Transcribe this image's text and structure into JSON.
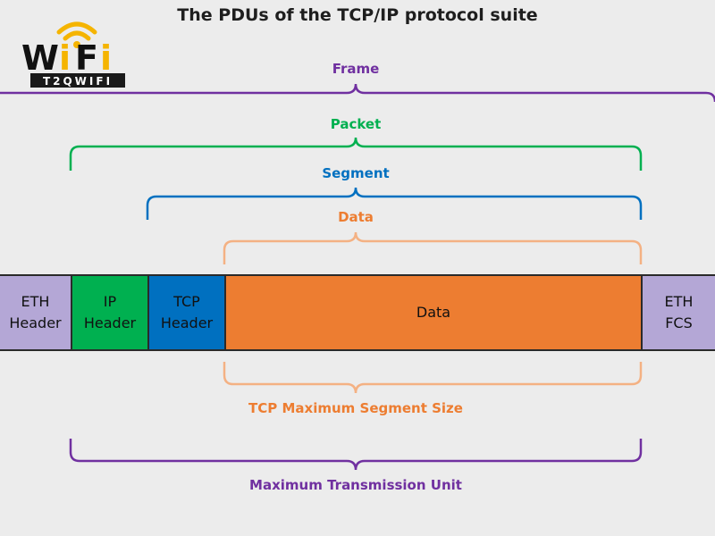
{
  "title": "The PDUs of the TCP/IP protocol suite",
  "logo": {
    "text_main": "WiFi",
    "text_sub": "T2QWIFI"
  },
  "colors": {
    "frame": "#7030a0",
    "packet": "#00b050",
    "segment": "#0070c0",
    "data": "#ed7d31",
    "data_light": "#f4b183",
    "eth": "#b4a7d6",
    "ip": "#00b050",
    "tcp": "#0070c0",
    "payload": "#ed7d31"
  },
  "brackets": {
    "frame": "Frame",
    "packet": "Packet",
    "segment": "Segment",
    "data": "Data",
    "mss": "TCP Maximum Segment Size",
    "mtu": "Maximum Transmission Unit"
  },
  "cells": {
    "eth_header": {
      "line1": "ETH",
      "line2": "Header"
    },
    "ip_header": {
      "line1": "IP",
      "line2": "Header"
    },
    "tcp_header": {
      "line1": "TCP",
      "line2": "Header"
    },
    "data": {
      "line1": "Data"
    },
    "eth_fcs": {
      "line1": "ETH",
      "line2": "FCS"
    }
  }
}
